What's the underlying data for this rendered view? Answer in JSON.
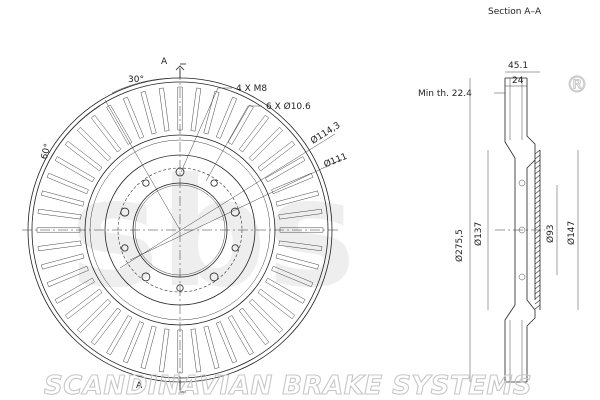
{
  "header": {
    "section_title": "Section A–A"
  },
  "dimensions": {
    "thread_holes": "4 X M8",
    "holes": "6 X Ø10.6",
    "pcd_large": "Ø114,3",
    "pcd_small": "Ø111",
    "angle_30": "30°",
    "angle_60": "60°",
    "section_mark": "A",
    "thickness": "45.1",
    "disc_thickness": "24",
    "min_thickness": "Min th. 22.4",
    "outer_diameter": "Ø275,5",
    "inner_137": "Ø137",
    "bore_93": "Ø93",
    "hat_147": "Ø147"
  },
  "branding": {
    "logo_text": "sbs",
    "registered_mark": "®",
    "company_name": "SCANDINAVIAN BRAKE SYSTEMS"
  },
  "colors": {
    "line": "#222222",
    "watermark": "#eeeeee",
    "brand_outline": "#c7c7c7"
  }
}
